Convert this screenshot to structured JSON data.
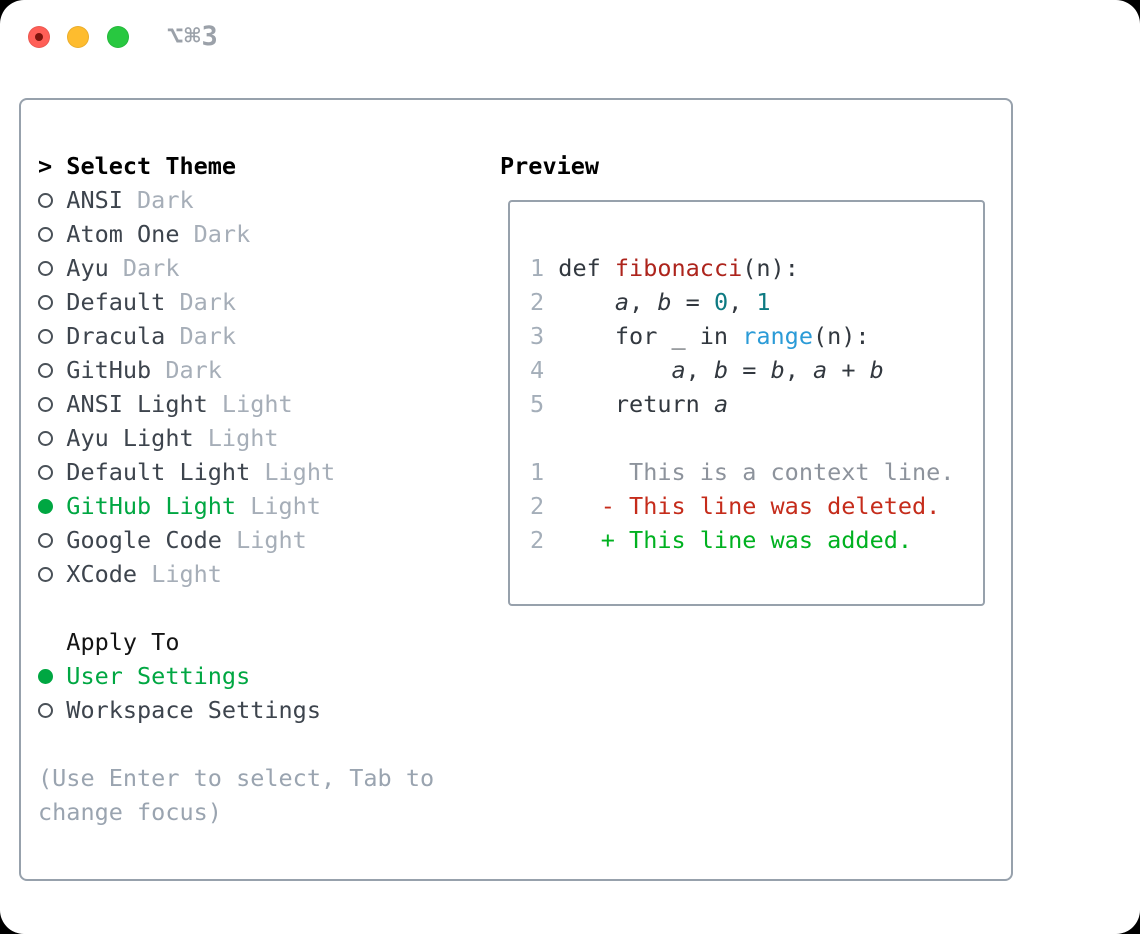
{
  "colors": {
    "accent_green": "#00a742",
    "added_green": "#00b120",
    "deleted_red": "#c52c1b",
    "function_red": "#ad241c",
    "builtin_blue": "#2b9bd7",
    "number_teal": "#0d7a82",
    "code_text": "#32383f",
    "muted_tag_gray": "#a6aeb8",
    "help_gray": "#9aa4b0",
    "panel_border": "#97a1ac",
    "traffic_red": "#ff5f57",
    "traffic_yellow": "#febc2e",
    "traffic_green": "#28c840"
  },
  "titlebar": {
    "shortcut": "⌥⌘3"
  },
  "theme_picker": {
    "prompt": ">",
    "title": "Select Theme",
    "items": [
      {
        "name": "ANSI",
        "tag": "Dark",
        "selected": false
      },
      {
        "name": "Atom One",
        "tag": "Dark",
        "selected": false
      },
      {
        "name": "Ayu",
        "tag": "Dark",
        "selected": false
      },
      {
        "name": "Default",
        "tag": "Dark",
        "selected": false
      },
      {
        "name": "Dracula",
        "tag": "Dark",
        "selected": false
      },
      {
        "name": "GitHub",
        "tag": "Dark",
        "selected": false
      },
      {
        "name": "ANSI Light",
        "tag": "Light",
        "selected": false
      },
      {
        "name": "Ayu Light",
        "tag": "Light",
        "selected": false
      },
      {
        "name": "Default Light",
        "tag": "Light",
        "selected": false
      },
      {
        "name": "GitHub Light",
        "tag": "Light",
        "selected": true
      },
      {
        "name": "Google Code",
        "tag": "Light",
        "selected": false
      },
      {
        "name": "XCode",
        "tag": "Light",
        "selected": false
      }
    ]
  },
  "apply_to": {
    "title": "Apply To",
    "options": [
      {
        "name": "User Settings",
        "selected": true
      },
      {
        "name": "Workspace Settings",
        "selected": false
      }
    ]
  },
  "help": {
    "line1": "(Use Enter to select, Tab to",
    "line2": "change focus)"
  },
  "preview": {
    "title": "Preview",
    "code_lines": [
      {
        "num": "1",
        "segments": [
          {
            "style": "plain",
            "text": " def "
          },
          {
            "style": "func",
            "text": "fibonacci"
          },
          {
            "style": "plain",
            "text": "(n):"
          }
        ]
      },
      {
        "num": "2",
        "segments": [
          {
            "style": "plain",
            "text": "     "
          },
          {
            "style": "var",
            "text": "a"
          },
          {
            "style": "plain",
            "text": ", "
          },
          {
            "style": "var",
            "text": "b"
          },
          {
            "style": "plain",
            "text": " = "
          },
          {
            "style": "numlit",
            "text": "0"
          },
          {
            "style": "plain",
            "text": ", "
          },
          {
            "style": "numlit",
            "text": "1"
          }
        ]
      },
      {
        "num": "3",
        "segments": [
          {
            "style": "plain",
            "text": "     for _ in "
          },
          {
            "style": "builtin",
            "text": "range"
          },
          {
            "style": "plain",
            "text": "(n):"
          }
        ]
      },
      {
        "num": "4",
        "segments": [
          {
            "style": "plain",
            "text": "         "
          },
          {
            "style": "var",
            "text": "a"
          },
          {
            "style": "plain",
            "text": ", "
          },
          {
            "style": "var",
            "text": "b"
          },
          {
            "style": "plain",
            "text": " = "
          },
          {
            "style": "var",
            "text": "b"
          },
          {
            "style": "plain",
            "text": ", "
          },
          {
            "style": "var",
            "text": "a"
          },
          {
            "style": "plain",
            "text": " + "
          },
          {
            "style": "var",
            "text": "b"
          }
        ]
      },
      {
        "num": "5",
        "segments": [
          {
            "style": "plain",
            "text": "     return "
          },
          {
            "style": "var",
            "text": "a"
          }
        ]
      },
      {
        "num": "",
        "segments": []
      },
      {
        "num": "1",
        "segments": [
          {
            "style": "context",
            "text": "      This is a context line."
          }
        ]
      },
      {
        "num": "2",
        "segments": [
          {
            "style": "deleted",
            "text": "    - This line was deleted."
          }
        ]
      },
      {
        "num": "2",
        "segments": [
          {
            "style": "added",
            "text": "    + This line was added."
          }
        ]
      }
    ]
  }
}
